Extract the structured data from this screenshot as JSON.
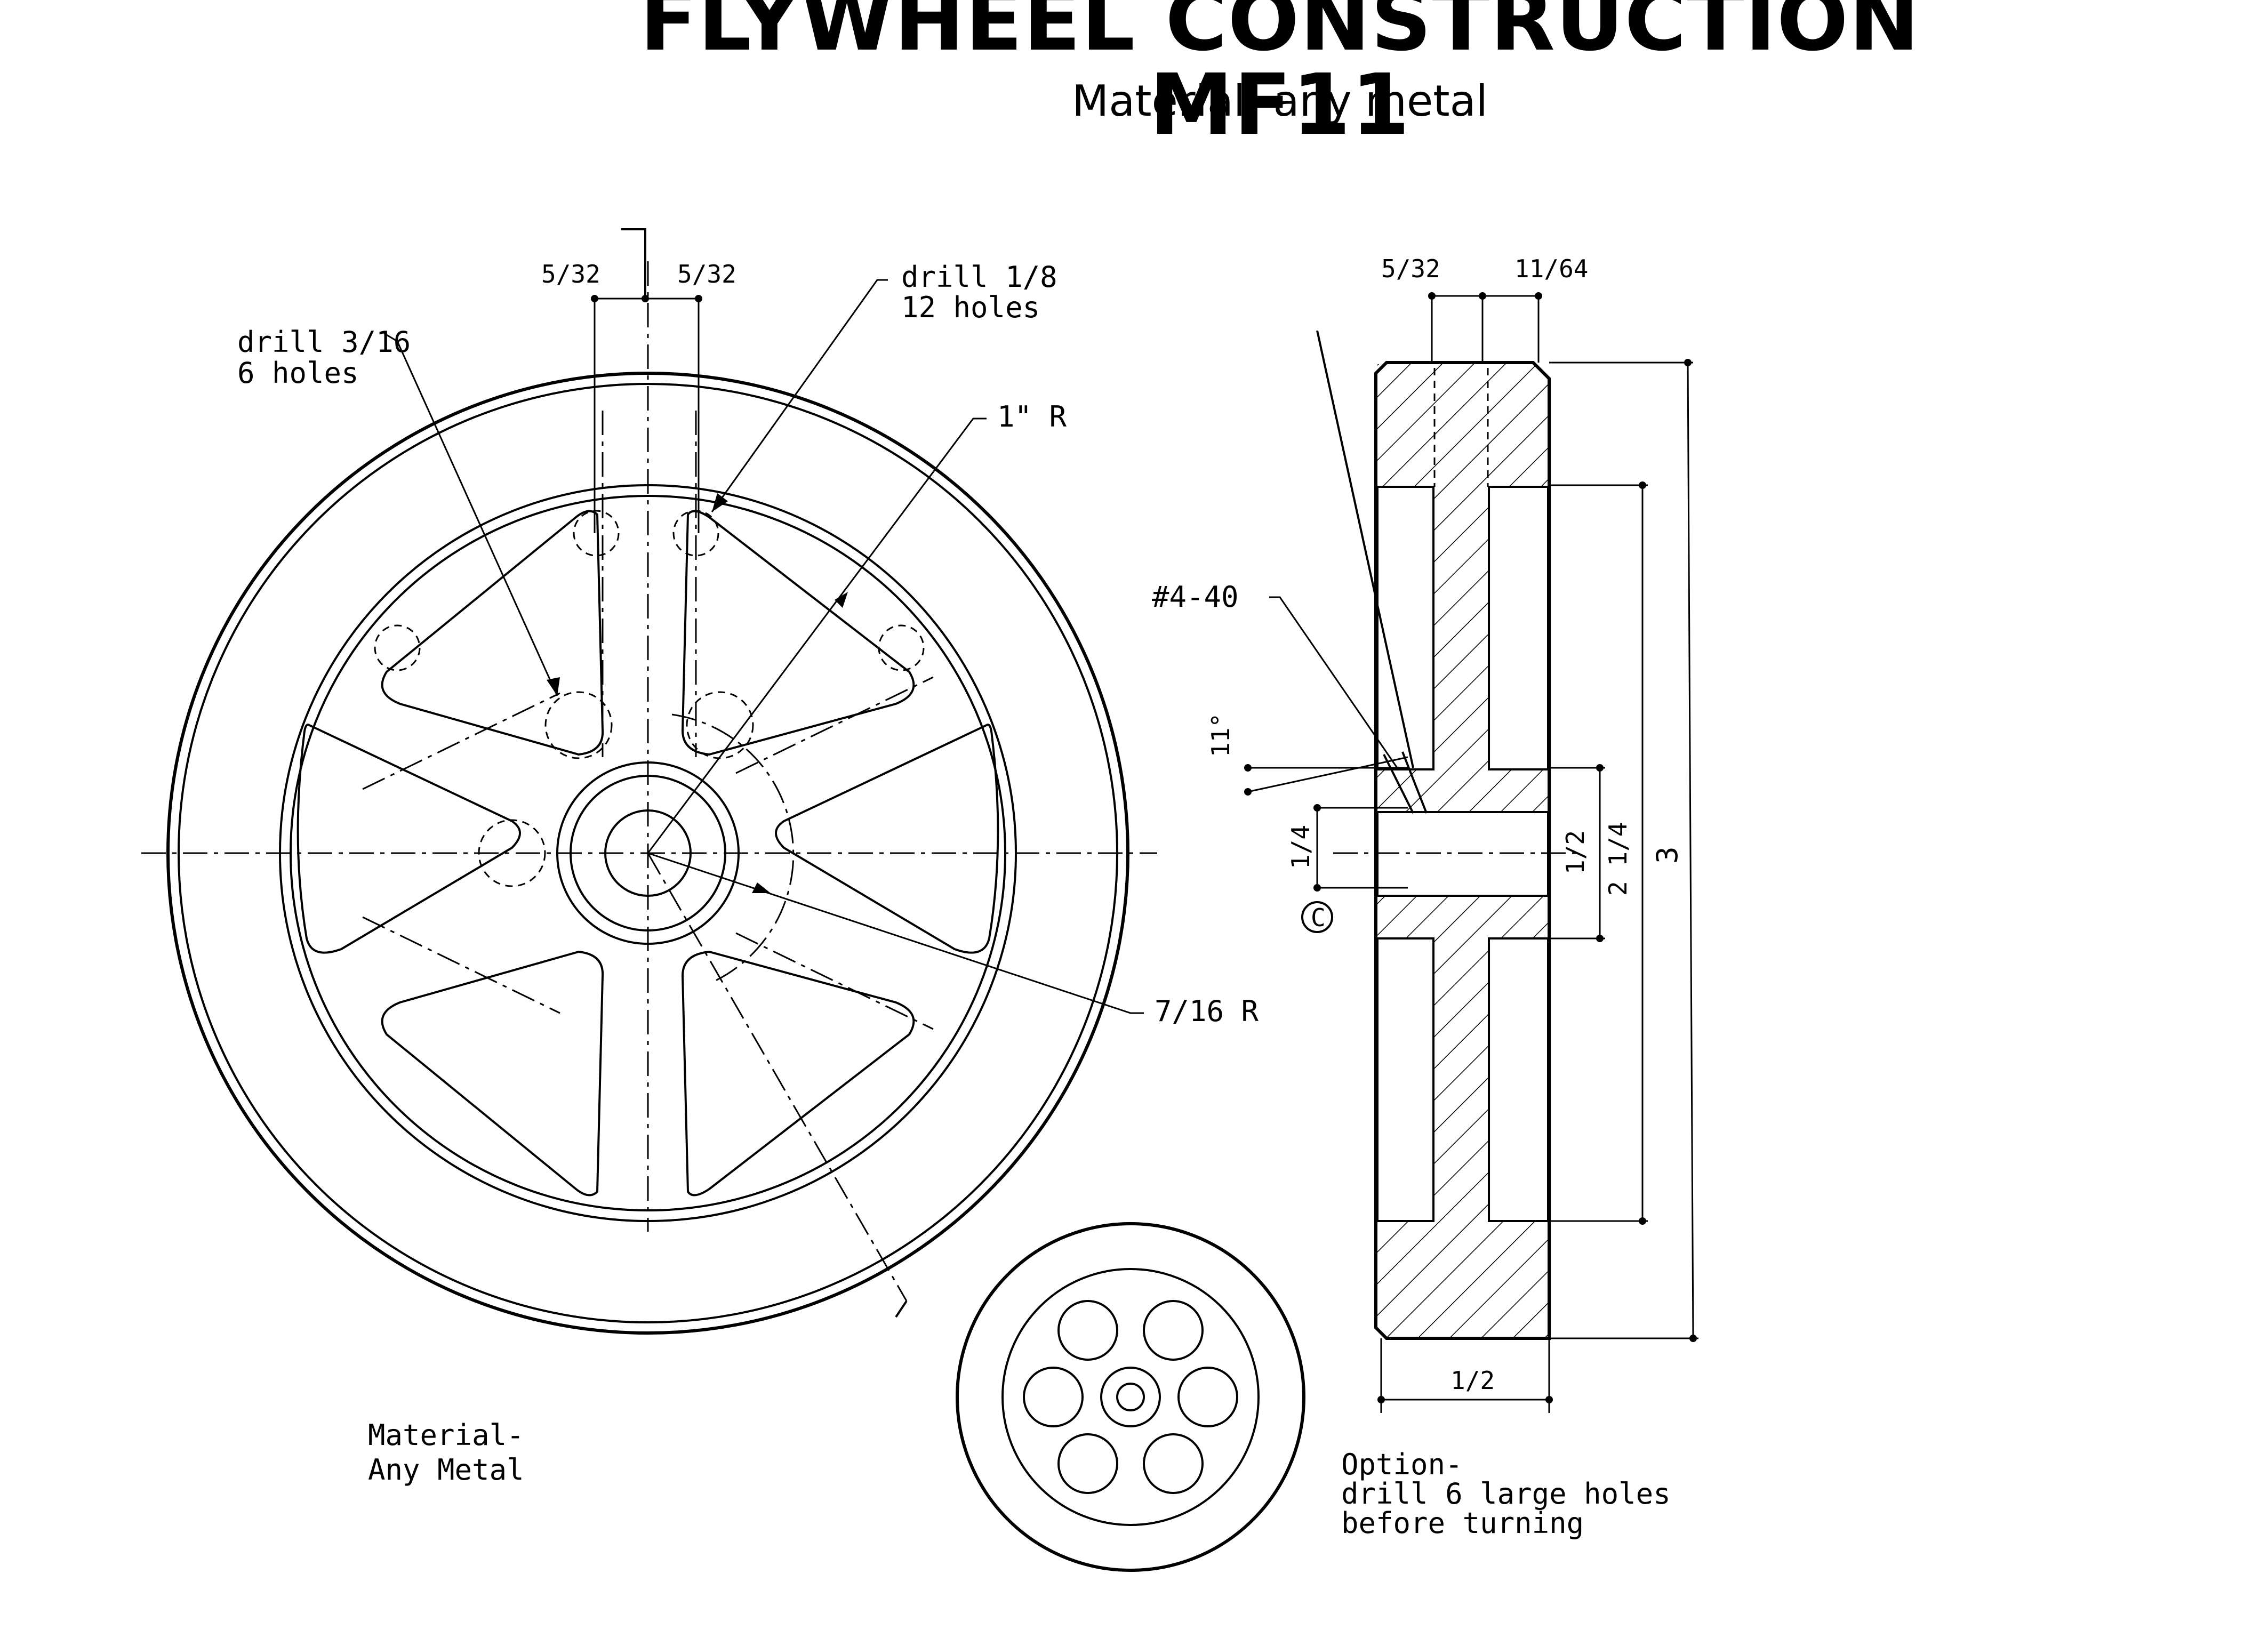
{
  "title": "FLYWHEEL CONSTRUCTION MF11",
  "subtitle": "Material: any metal",
  "front_view": {
    "dim_left": "5/32",
    "dim_right": "5/32",
    "drill_small_1": "drill 3/16",
    "drill_small_2": "6 holes",
    "drill_large_1": "drill 1/8",
    "drill_large_2": "12 holes",
    "radius_outer": "1\" R",
    "radius_inner": "7/16 R"
  },
  "section_view": {
    "dim_top_left": "5/32",
    "dim_top_right": "11/64",
    "tap": "#4-40",
    "angle": "11°",
    "bore": "1/4",
    "hub": "1/2",
    "rim_inner": "2 1/4",
    "overall": "3",
    "width": "1/2",
    "centerline_mark": "C"
  },
  "material_note_1": "Material-",
  "material_note_2": "Any Metal",
  "option_note_1": "Option-",
  "option_note_2": "drill 6 large holes",
  "option_note_3": "before turning"
}
